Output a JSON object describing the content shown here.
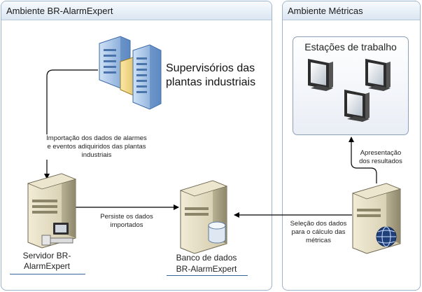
{
  "panels": {
    "left_title": "Ambiente BR-AlarmExpert",
    "right_title": "Ambiente Métricas"
  },
  "nodes": {
    "supervisorios": "Supervisórios das plantas industriais",
    "servidor": "Servidor BR-AlarmExpert",
    "banco_line1": "Banco de dados",
    "banco_line2": "BR-AlarmExpert",
    "estacoes": "Estações de trabalho"
  },
  "edges": {
    "importacao": "Importação dos dados de alarmes e eventos adiquiridos das plantas industriais",
    "persiste": "Persiste os dados importados",
    "selecao": "Seleção dos dados para o cálculo das métricas",
    "apresentacao": "Apresentação dos resultados"
  },
  "colors": {
    "panel_border": "#9bb3cc",
    "arrow": "#000000",
    "server_body": "#d9d2b6",
    "underline": "#3a66a0"
  },
  "icons": [
    "building-icon",
    "server-icon",
    "computer-icon",
    "database-icon",
    "globe-icon",
    "monitor-icon"
  ]
}
